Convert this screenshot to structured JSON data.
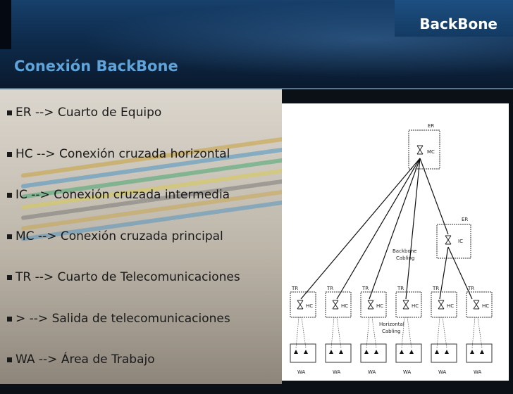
{
  "header": {
    "brand": "BackBone",
    "subtitle": "Conexión BackBone"
  },
  "legend_items": [
    "ER --> Cuarto de Equipo",
    "HC --> Conexión cruzada horizontal",
    "IC --> Conexión cruzada intermedia",
    "MC --> Conexión cruzada principal",
    "TR --> Cuarto de Telecomunicaciones",
    "> --> Salida de telecomunicaciones",
    "WA --> Área de Trabajo"
  ],
  "diagram": {
    "main_room_label": "ER",
    "main_node_label": "MC",
    "intermediate_room_label": "ER",
    "intermediate_node_label": "IC",
    "backbone_label": [
      "Backbone",
      "Cabling"
    ],
    "horizontal_label": [
      "Horizontal",
      "Cabling"
    ],
    "tr_units": [
      {
        "room": "TR",
        "node": "HC",
        "area": "WA"
      },
      {
        "room": "TR",
        "node": "HC",
        "area": "WA"
      },
      {
        "room": "TR",
        "node": "HC",
        "area": "WA"
      },
      {
        "room": "TR",
        "node": "HC",
        "area": "WA"
      },
      {
        "room": "TR",
        "node": "HC",
        "area": "WA"
      },
      {
        "room": "TR",
        "node": "HC",
        "area": "WA"
      }
    ]
  },
  "colors": {
    "header_dark": "#0a1a2e",
    "header_band": "#1d4f82",
    "subtitle": "#5fa3d8",
    "text": "#1a1a1a"
  }
}
